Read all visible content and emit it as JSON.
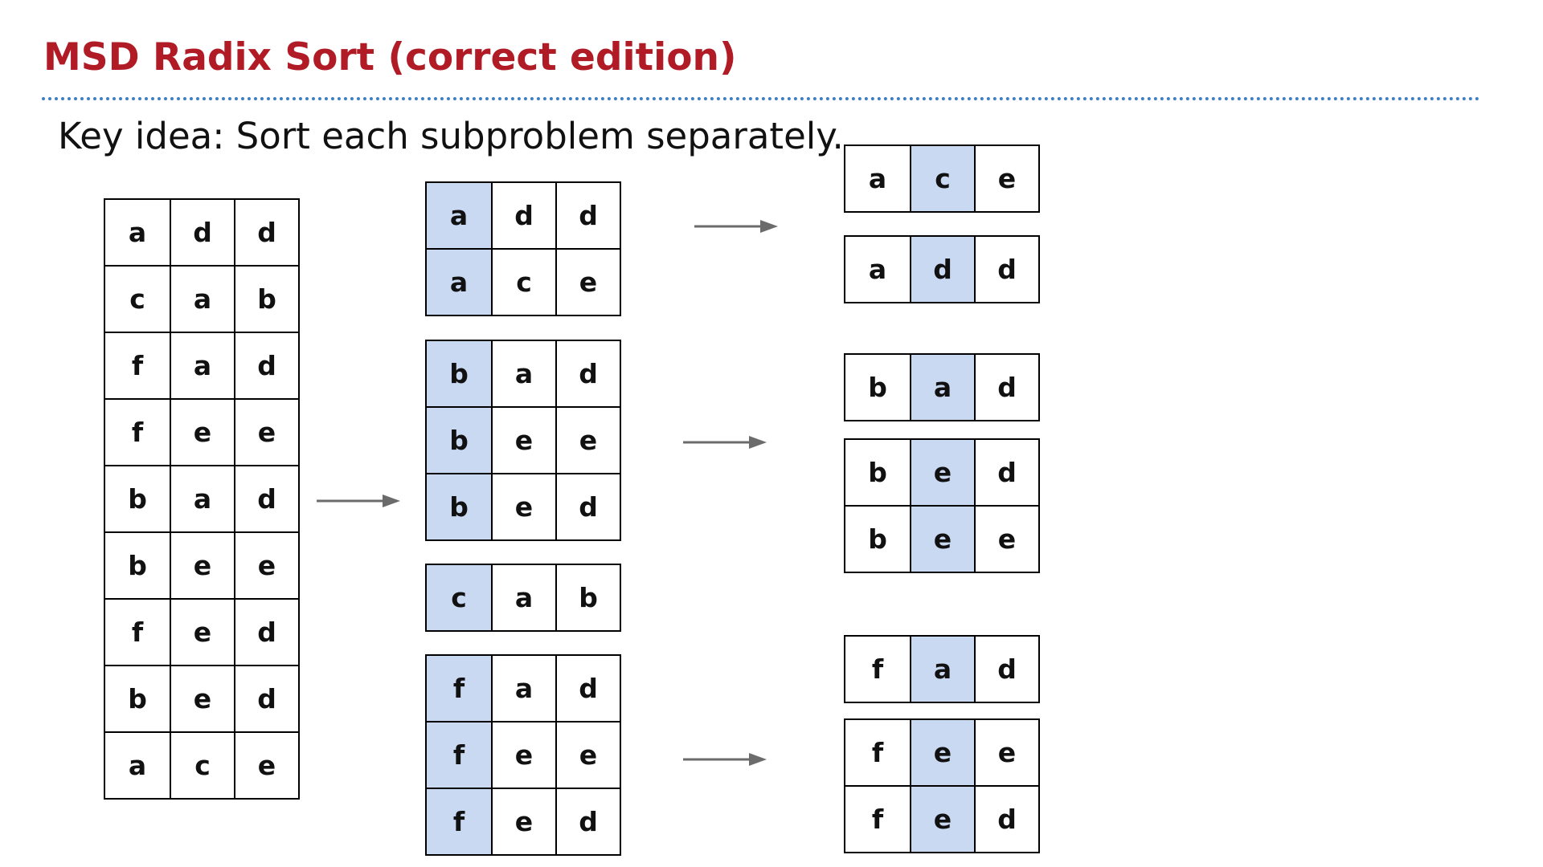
{
  "title": "MSD Radix Sort (correct edition)",
  "subtitle": "Key idea: Sort each subproblem separately.",
  "colors": {
    "title": "#b01b25",
    "rule": "#3d7fc1",
    "highlight": "#c9d9f2",
    "arrow": "#6b6b6b"
  },
  "input": [
    [
      "a",
      "d",
      "d"
    ],
    [
      "c",
      "a",
      "b"
    ],
    [
      "f",
      "a",
      "d"
    ],
    [
      "f",
      "e",
      "e"
    ],
    [
      "b",
      "a",
      "d"
    ],
    [
      "b",
      "e",
      "e"
    ],
    [
      "f",
      "e",
      "d"
    ],
    [
      "b",
      "e",
      "d"
    ],
    [
      "a",
      "c",
      "e"
    ]
  ],
  "first_pass": [
    [
      [
        "a",
        "d",
        "d"
      ],
      [
        "a",
        "c",
        "e"
      ]
    ],
    [
      [
        "b",
        "a",
        "d"
      ],
      [
        "b",
        "e",
        "e"
      ],
      [
        "b",
        "e",
        "d"
      ]
    ],
    [
      [
        "c",
        "a",
        "b"
      ]
    ],
    [
      [
        "f",
        "a",
        "d"
      ],
      [
        "f",
        "e",
        "e"
      ],
      [
        "f",
        "e",
        "d"
      ]
    ]
  ],
  "second_pass": [
    [
      [
        "a",
        "c",
        "e"
      ]
    ],
    [
      [
        "a",
        "d",
        "d"
      ]
    ],
    [
      [
        "b",
        "a",
        "d"
      ]
    ],
    [
      [
        "b",
        "e",
        "d"
      ],
      [
        "b",
        "e",
        "e"
      ]
    ],
    [
      [
        "f",
        "a",
        "d"
      ]
    ],
    [
      [
        "f",
        "e",
        "e"
      ],
      [
        "f",
        "e",
        "d"
      ]
    ]
  ]
}
